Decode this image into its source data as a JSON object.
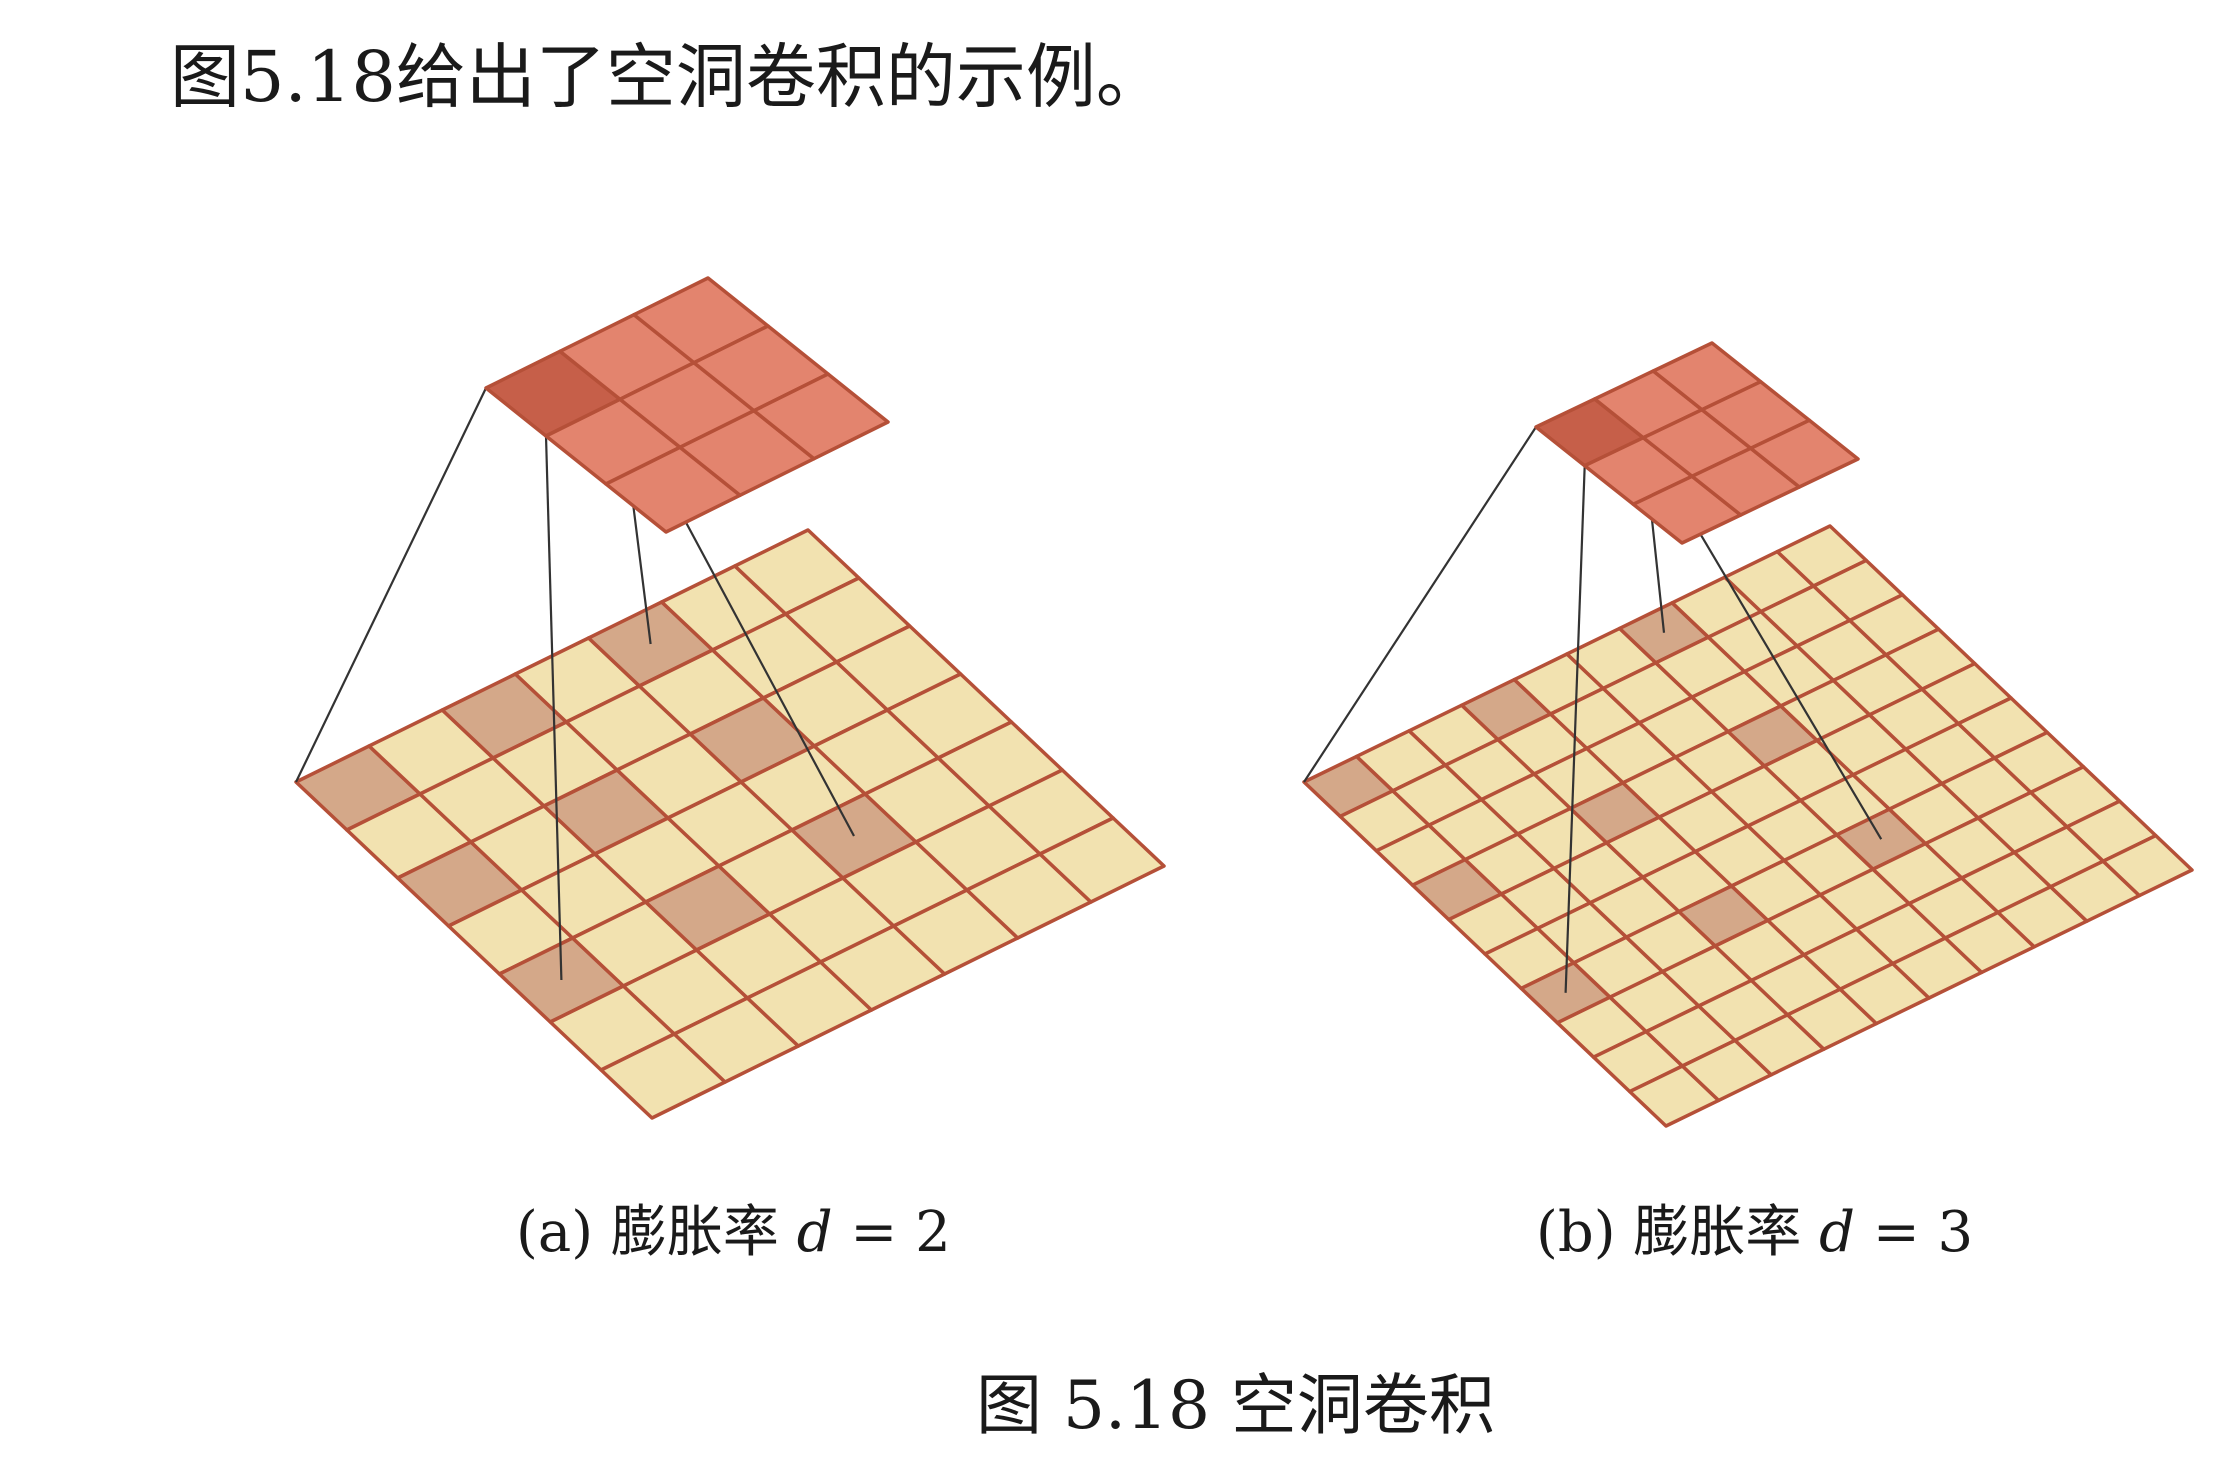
{
  "intro_text": "图5.18给出了空洞卷积的示例。",
  "colors": {
    "input_cell": "#f2e2b0",
    "input_highlight": "#d4a889",
    "kernel_cell": "#e3846e",
    "kernel_highlight": "#c65f49",
    "grid_line": "#b55038",
    "projection_line": "#333333"
  },
  "panels": [
    {
      "id": "a",
      "dilation": 2,
      "input_size": 7,
      "kernel_size": 3,
      "caption_prefix": "(a) 膨胀率",
      "caption_var": "d",
      "caption_eq": " = 2"
    },
    {
      "id": "b",
      "dilation": 3,
      "input_size": 10,
      "kernel_size": 3,
      "caption_prefix": "(b) 膨胀率",
      "caption_var": "d",
      "caption_eq": " = 3"
    }
  ],
  "figure_caption": "图 5.18 空洞卷积"
}
